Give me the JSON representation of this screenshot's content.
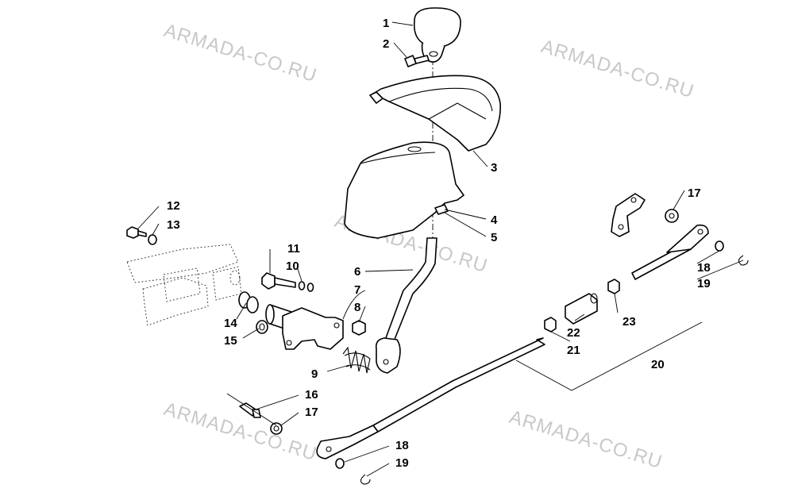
{
  "watermark": {
    "text": "ARMADA-CO.RU",
    "color": "#c8c8c8"
  },
  "callouts": {
    "c1": "1",
    "c2": "2",
    "c3": "3",
    "c4": "4",
    "c5": "5",
    "c6": "6",
    "c7": "7",
    "c8": "8",
    "c9": "9",
    "c10": "10",
    "c11": "11",
    "c12": "12",
    "c13": "13",
    "c14": "14",
    "c15": "15",
    "c16": "16",
    "c17a": "17",
    "c17b": "17",
    "c18a": "18",
    "c18b": "18",
    "c19a": "19",
    "c19b": "19",
    "c20": "20",
    "c21": "21",
    "c22": "22",
    "c23": "23"
  }
}
